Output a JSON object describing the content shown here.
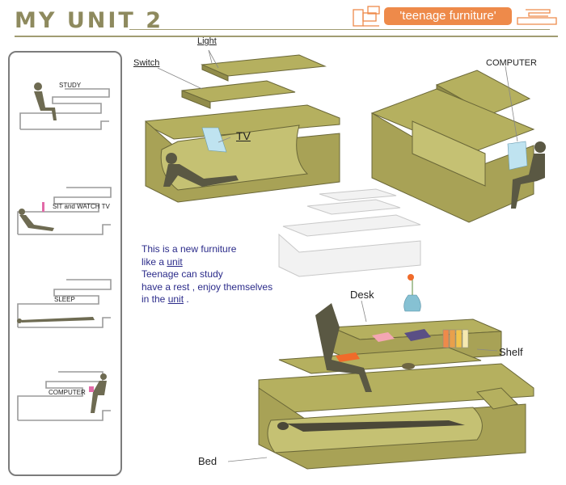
{
  "header": {
    "title": "MY UNIT 2",
    "badge": "'teenage furniture'",
    "colors": {
      "olive": "#b5b05f",
      "accent": "#ee8a4a",
      "text_blue": "#2b2b8a"
    }
  },
  "sidebar": {
    "poses": [
      "STUDY",
      "SIT and WATCH TV",
      "SLEEP",
      "COMPUTER"
    ]
  },
  "diagram_labels": {
    "light": "Light",
    "switch": "Switch",
    "tv": "TV",
    "computer": "COMPUTER",
    "desk": "Desk",
    "shelf": "Shelf",
    "bed": "Bed"
  },
  "description": {
    "line1": "This is a new furniture",
    "line2_prefix": "like a ",
    "line2_link": "unit",
    "line3": "Teenage can study",
    "line4": "have a rest , enjoy themselves",
    "line5_prefix": "in the ",
    "line5_link": "unit",
    "line5_suffix": " ."
  }
}
